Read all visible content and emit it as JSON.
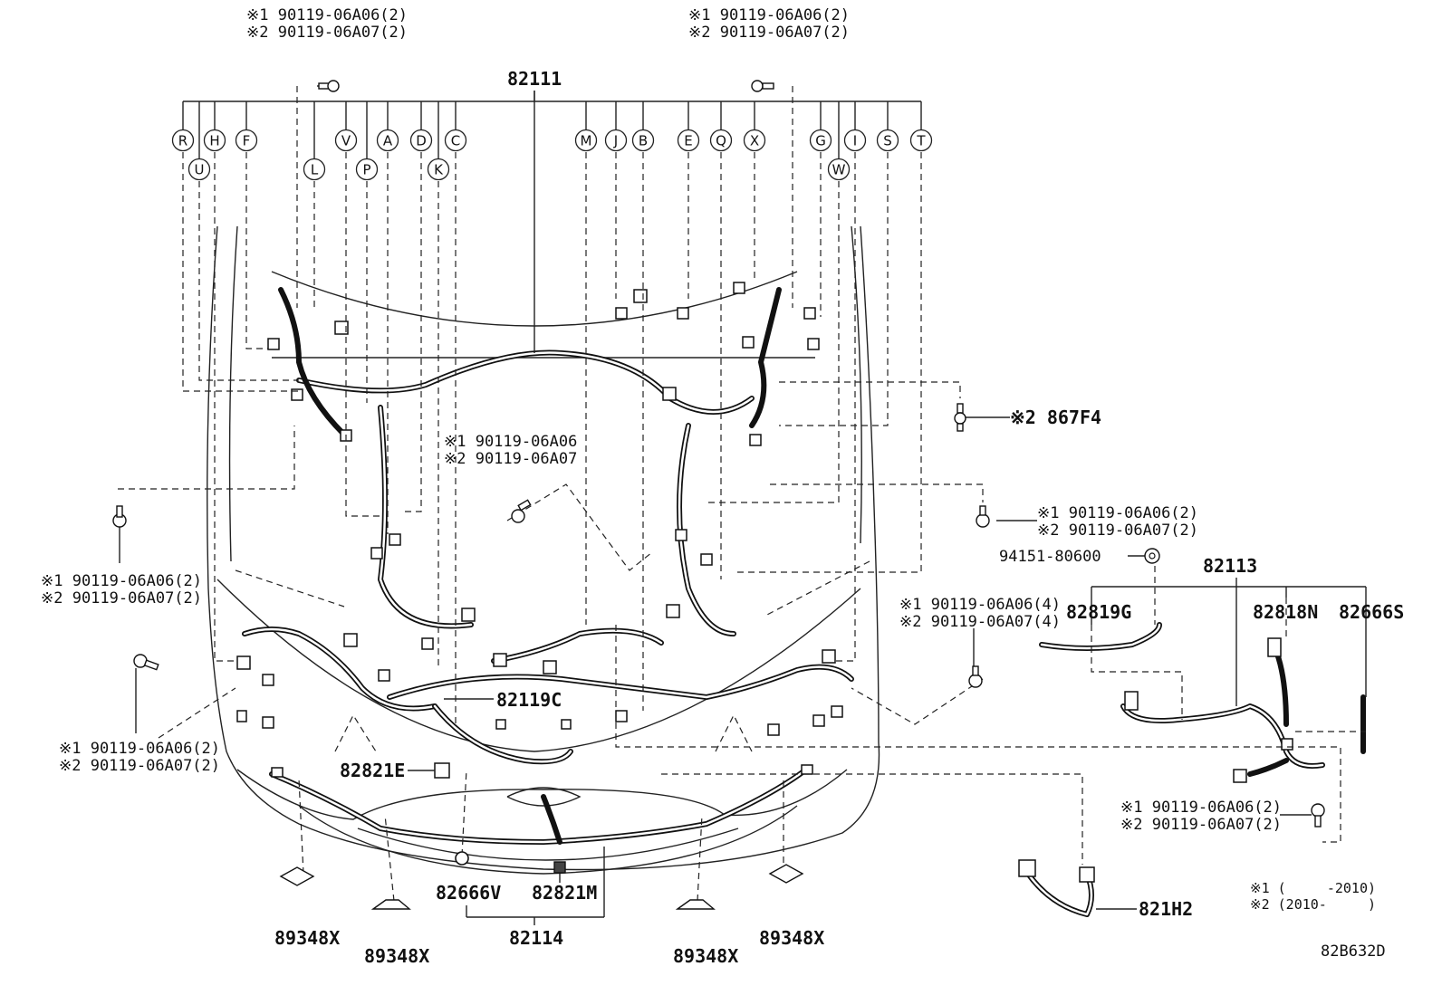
{
  "diagram_code": "82B632D",
  "main_harness": "82111",
  "fasteners": {
    "top_left": [
      "※1 90119-06A06(2)",
      "※2 90119-06A07(2)"
    ],
    "top_right": [
      "※1 90119-06A06(2)",
      "※2 90119-06A07(2)"
    ],
    "center": [
      "※1 90119-06A06",
      "※2 90119-06A07"
    ],
    "left_mid": [
      "※1 90119-06A06(2)",
      "※2 90119-06A07(2)"
    ],
    "left_low": [
      "※1 90119-06A06(2)",
      "※2 90119-06A07(2)"
    ],
    "right_mid": [
      "※1 90119-06A06(2)",
      "※2 90119-06A07(2)"
    ],
    "right_low4": [
      "※1 90119-06A06(4)",
      "※2 90119-06A07(4)"
    ],
    "lower_right": [
      "※1 90119-06A06(2)",
      "※2 90119-06A07(2)"
    ]
  },
  "circle_labels_top": [
    "R",
    "H",
    "F",
    "V",
    "A",
    "D",
    "C",
    "M",
    "J",
    "B",
    "E",
    "Q",
    "X",
    "G",
    "I",
    "S",
    "T"
  ],
  "circle_labels_bottom": [
    "U",
    "L",
    "P",
    "K",
    "W"
  ],
  "parts": {
    "p867F4": "※2 867F4",
    "p94151": "94151-80600",
    "p82113": "82113",
    "p82819G": "82819G",
    "p82818N": "82818N",
    "p82666S": "82666S",
    "p82119C": "82119C",
    "p82821E": "82821E",
    "p82666V": "82666V",
    "p82821M": "82821M",
    "p82114": "82114",
    "p821H2": "821H2",
    "p89348X_1": "89348X",
    "p89348X_2": "89348X",
    "p89348X_3": "89348X",
    "p89348X_4": "89348X"
  },
  "legend": [
    "※1 (     -2010)",
    "※2 (2010-     )"
  ]
}
